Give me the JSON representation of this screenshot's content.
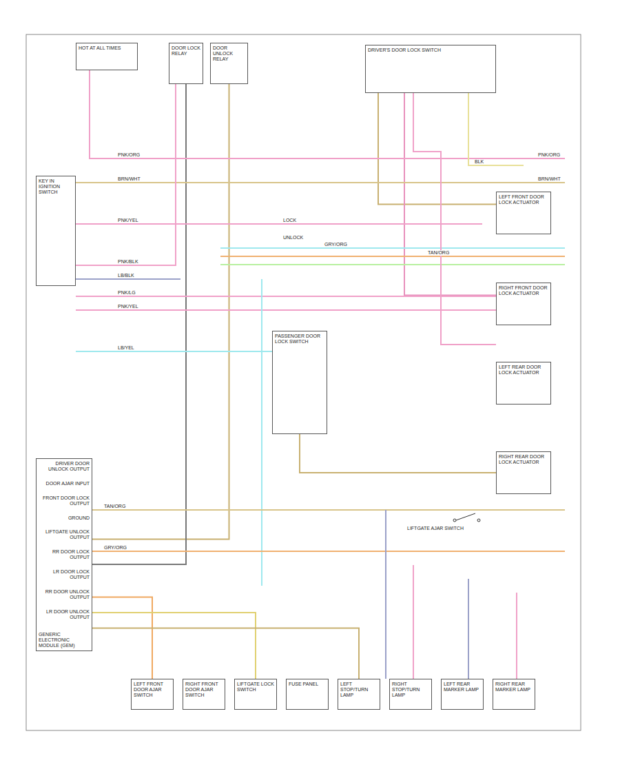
{
  "diagram": {
    "nodes": [
      {
        "text": [
          "HOT AT ALL TIMES"
        ]
      },
      {
        "text": [
          "DOOR LOCK RELAY"
        ]
      },
      {
        "text": [
          "DOOR UNLOCK RELAY"
        ]
      },
      {
        "text": [
          "DRIVER'S DOOR LOCK SWITCH"
        ]
      },
      {
        "text": [
          "KEY IN IGNITION SWITCH"
        ]
      },
      {
        "text": [
          "LEFT FRONT DOOR LOCK ACTUATOR"
        ]
      },
      {
        "text": [
          "RIGHT FRONT DOOR LOCK ACTUATOR"
        ]
      },
      {
        "text": [
          "LEFT REAR DOOR LOCK ACTUATOR"
        ]
      },
      {
        "text": [
          "RIGHT REAR DOOR LOCK ACTUATOR"
        ]
      },
      {
        "text": [
          "PASSENGER DOOR LOCK SWITCH"
        ]
      },
      {
        "text": [
          "DRIVER DOOR UNLOCK OUTPUT",
          "DOOR AJAR INPUT",
          "FRONT DOOR LOCK OUTPUT",
          "GROUND",
          "LIFTGATE UNLOCK OUTPUT",
          "RR DOOR LOCK OUTPUT",
          "LR DOOR LOCK OUTPUT",
          "RR DOOR UNLOCK OUTPUT",
          "LR DOOR UNLOCK OUTPUT",
          "GENERIC ELECTRONIC MODULE (GEM)"
        ]
      },
      {
        "text": [
          "LEFT FRONT DOOR AJAR SWITCH"
        ]
      },
      {
        "text": [
          "RIGHT FRONT DOOR AJAR SWITCH"
        ]
      },
      {
        "text": [
          "LIFTGATE LOCK SWITCH"
        ]
      },
      {
        "text": [
          "FUSE PANEL"
        ]
      },
      {
        "text": [
          "LEFT STOP/TURN LAMP"
        ]
      },
      {
        "text": [
          "RIGHT STOP/TURN LAMP"
        ]
      },
      {
        "text": [
          "LEFT REAR MARKER LAMP"
        ]
      },
      {
        "text": [
          "RIGHT REAR MARKER LAMP"
        ]
      }
    ],
    "edges": [
      {
        "from": 2,
        "to": 10,
        "arrow": "none"
      },
      {
        "from": 3,
        "to": 5,
        "arrow": "none"
      },
      {
        "from": 3,
        "to": 6,
        "arrow": "none"
      },
      {
        "from": 9,
        "to": 8,
        "arrow": "none"
      },
      {
        "from": 10,
        "to": 11,
        "arrow": "none"
      },
      {
        "from": 10,
        "to": 13,
        "arrow": "none"
      },
      {
        "from": 10,
        "to": 15,
        "arrow": "none"
      },
      {
        "from": 1,
        "to": 10,
        "arrow": "none"
      }
    ],
    "labels": [
      "PNK/ORG",
      "BRN/WHT",
      "PNK/YEL",
      "PNK/BLK",
      "LB/BLK",
      "PNK/LG",
      "PNK/YEL",
      "LB/YEL",
      "BRN/WHT",
      "PNK/ORG",
      "LOCK",
      "UNLOCK",
      "GRY/ORG",
      "TAN/ORG",
      "BLK",
      "LIFTGATE AJAR SWITCH",
      "TAN/ORG",
      "GRY/ORG"
    ]
  }
}
